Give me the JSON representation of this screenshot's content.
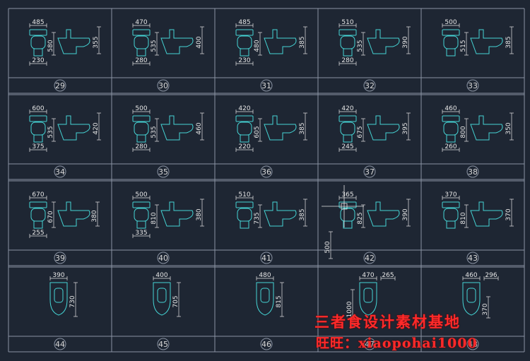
{
  "colors": {
    "background": "#1e2633",
    "grid": "#8a93a3",
    "dim": "#e6e6e6",
    "fixture": "#45d4d4",
    "label": "#d8d8d8",
    "watermark": "#ff2a2a"
  },
  "cells": [
    {
      "num": "29",
      "dims": [
        "485",
        "580",
        "355",
        "230"
      ]
    },
    {
      "num": "30",
      "dims": [
        "470",
        "535",
        "400",
        "280"
      ]
    },
    {
      "num": "31",
      "dims": [
        "485",
        "480",
        "385",
        "230"
      ]
    },
    {
      "num": "32",
      "dims": [
        "510",
        "535",
        "390",
        "280"
      ]
    },
    {
      "num": "33",
      "dims": [
        "500",
        "515",
        "385"
      ]
    },
    {
      "num": "34",
      "dims": [
        "600",
        "535",
        "420",
        "375"
      ]
    },
    {
      "num": "35",
      "dims": [
        "500",
        "535",
        "460",
        "280"
      ]
    },
    {
      "num": "36",
      "dims": [
        "420",
        "605",
        "385",
        "220"
      ]
    },
    {
      "num": "37",
      "dims": [
        "420",
        "675",
        "395",
        "245"
      ]
    },
    {
      "num": "38",
      "dims": [
        "460",
        "800",
        "350",
        "260"
      ]
    },
    {
      "num": "39",
      "dims": [
        "670",
        "380",
        "255"
      ]
    },
    {
      "num": "40",
      "dims": [
        "500",
        "810",
        "380",
        "335"
      ]
    },
    {
      "num": "41",
      "dims": [
        "510",
        "735",
        "385"
      ]
    },
    {
      "num": "42",
      "dims": [
        "365",
        "825",
        "390"
      ]
    },
    {
      "num": "43",
      "dims": [
        "370",
        "810",
        "370"
      ]
    },
    {
      "num": "44",
      "dims": [
        "390",
        "730"
      ]
    },
    {
      "num": "45",
      "dims": [
        "400",
        "705"
      ]
    },
    {
      "num": "46",
      "dims": [
        "480",
        "815"
      ]
    },
    {
      "num": "47",
      "dims": [
        "470",
        "265",
        "1000"
      ]
    },
    {
      "num": "48",
      "dims": [
        "460",
        "296",
        "370"
      ]
    }
  ],
  "extra_dim": "500",
  "watermark": {
    "line1": "三者食设计素材基地",
    "line2": "旺旺：xiaopohai1000"
  }
}
